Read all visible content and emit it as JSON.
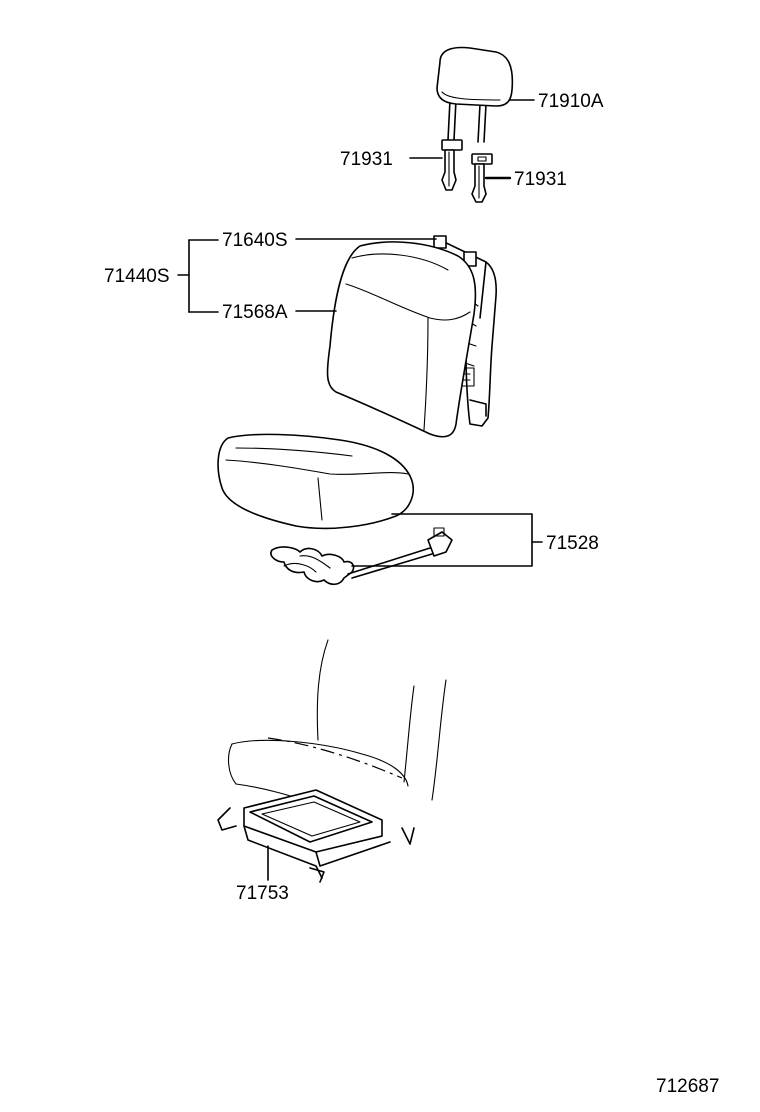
{
  "diagram": {
    "labels": {
      "headrest": "71910A",
      "headrest_support_left": "71931",
      "headrest_support_right": "71931",
      "back_cover": "71640S",
      "back_assy": "71440S",
      "back_pad": "71568A",
      "spring_assy": "71528",
      "adjuster": "71753"
    },
    "figure_number": "712687"
  }
}
